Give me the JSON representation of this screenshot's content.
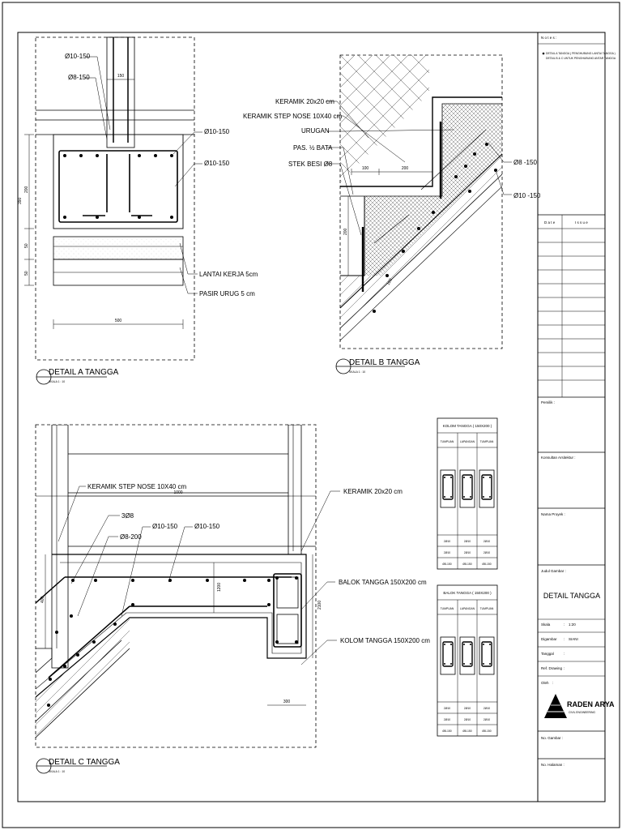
{
  "detail_a": {
    "title": "DETAIL A TANGGA",
    "scale": "SKALA 1 : 10",
    "labels": [
      "Ø10-150",
      "Ø8-150",
      "Ø10-150",
      "Ø10-150",
      "LANTAI KERJA 5cm",
      "PASIR URUG 5 cm"
    ],
    "dims": [
      "150",
      "390",
      "200",
      "50",
      "50",
      "500"
    ]
  },
  "detail_b": {
    "title": "DETAIL B TANGGA",
    "scale": "SKALA 1 : 10",
    "labels": [
      "KERAMIK 20x20 cm",
      "KERAMIK STEP NOSE 10X40 cm",
      "URUGAN",
      "PAS. ½ BATA",
      "STEK BESI Ø8",
      "Ø8 -150",
      "Ø10 -150"
    ],
    "dims": [
      "100",
      "200",
      "200",
      "120"
    ]
  },
  "detail_c": {
    "title": "DETAIL C TANGGA",
    "scale": "SKALA 1 : 10",
    "labels": [
      "KERAMIK STEP NOSE 10X40 cm",
      "3Ø8",
      "Ø8-200",
      "Ø10-150",
      "Ø10-150",
      "KERAMIK 20x20 cm",
      "BALOK TANGGA 150X200 cm",
      "KOLOM TANGGA 150X200 cm"
    ],
    "dims": [
      "1000",
      "400",
      "1200",
      "2100",
      "300"
    ]
  },
  "kolom_table": {
    "title": "KOLOM TANGGA ( 150X200 )",
    "cols": [
      "TUMPUAN",
      "LAPANGAN",
      "TUMPUAN"
    ],
    "rows": [
      [
        "2Ø10",
        "2Ø10",
        "2Ø10"
      ],
      [
        "2Ø10",
        "2Ø10",
        "2Ø10"
      ],
      [
        "Ø8-150",
        "Ø8-150",
        "Ø8-150"
      ]
    ]
  },
  "balok_table": {
    "title": "BALOK TANGGA ( 150X200 )",
    "cols": [
      "TUMPUAN",
      "LAPANGAN",
      "TUMPUAN"
    ],
    "rows": [
      [
        "2Ø10",
        "2Ø10",
        "2Ø10"
      ],
      [
        "2Ø10",
        "2Ø10",
        "2Ø10"
      ],
      [
        "Ø8-150",
        "Ø8-150",
        "Ø8-150"
      ]
    ]
  },
  "title_block": {
    "notes_header": "N o t e s :",
    "note_line1": "DETAIL A TANGGA ( PENGHUBUNG LANTAI TANGGA )",
    "note_line2": "DETAIL B & C UNTUK PENGHUBUNG ANTAR TANGGA",
    "rev_date": "D a t e",
    "rev_issue": "I s s u e",
    "pemilik": "Pemilik :",
    "konsultan": "Konsultan Arsitektur :",
    "proyek": "Nama Proyek :",
    "judul": "Judul Gambar :",
    "judul_value": "DETAIL TANGGA",
    "skala_label": "Skala",
    "skala_value": "1:20",
    "digambar_label": "Digambar",
    "digambar_value": "SIANI",
    "tanggal_label": "Tanggal",
    "ref_label": "Ref. Drawing",
    "oleh_label": "Oleh",
    "company": "RADEN ARYA",
    "company_sub": "CIVIL ENGINEERING",
    "no_gambar": "No. Gambar :",
    "no_halaman": "No. Halaman :"
  }
}
